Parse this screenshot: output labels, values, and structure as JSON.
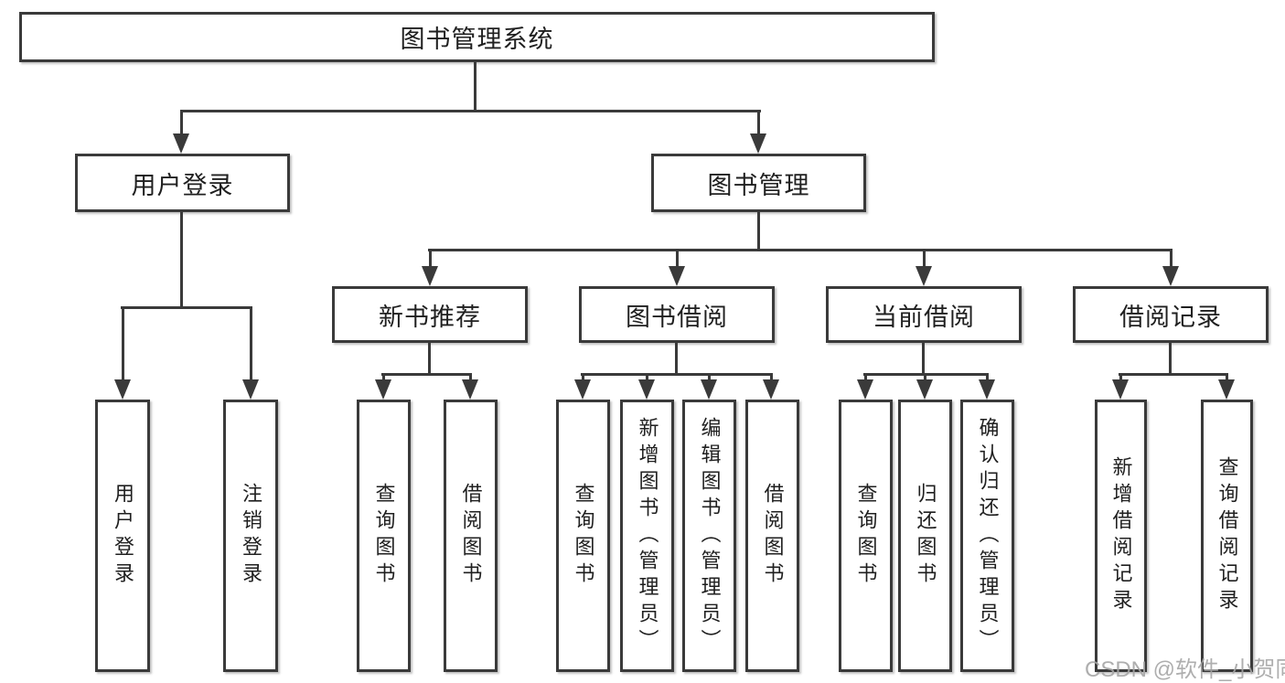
{
  "nodes": {
    "root": "图书管理系统",
    "l2": [
      "用户登录",
      "图书管理"
    ],
    "l3": [
      "新书推荐",
      "图书借阅",
      "当前借阅",
      "借阅记录"
    ]
  },
  "leaf_groups": [
    {
      "parent": "用户登录",
      "items": [
        "用户登录",
        "注销登录"
      ]
    },
    {
      "parent": "新书推荐",
      "items": [
        "查询图书",
        "借阅图书"
      ]
    },
    {
      "parent": "图书借阅",
      "items": [
        "查询图书",
        "新增图书（管理员）",
        "编辑图书（管理员）",
        "借阅图书"
      ]
    },
    {
      "parent": "当前借阅",
      "items": [
        "查询图书",
        "归还图书",
        "确认归还（管理员）"
      ]
    },
    {
      "parent": "借阅记录",
      "items": [
        "新增借阅记录",
        "查询借阅记录"
      ]
    }
  ],
  "watermark": {
    "text": "CSDN @软件_小贺同学"
  },
  "colors": {
    "line": "#3a3a3a",
    "text": "#1f1f1f",
    "watermark": "#a5a5a5",
    "background": "#ffffff"
  }
}
